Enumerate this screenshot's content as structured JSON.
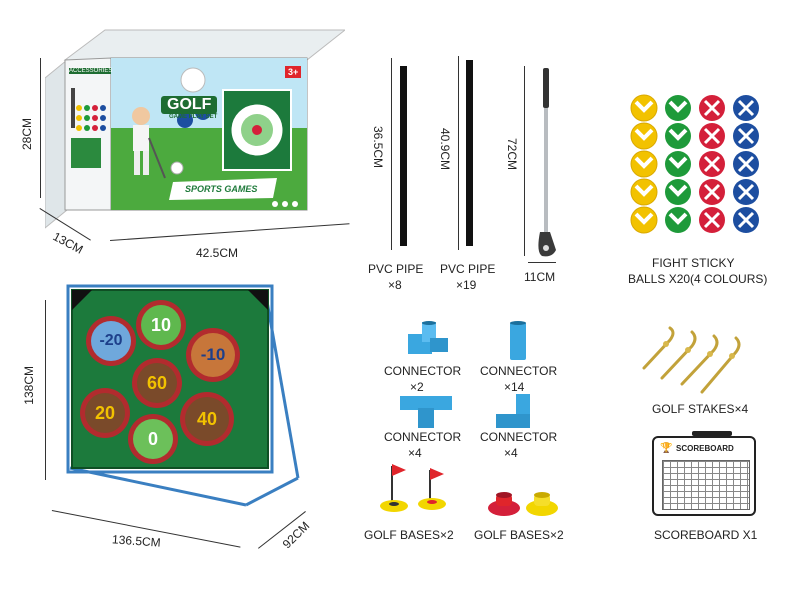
{
  "box": {
    "brand": "GOLF",
    "subtitle": "GAME PLAY SET",
    "age": "3+",
    "side_label": "ACCESSORIES",
    "banner": "SPORTS GAMES",
    "dim_height": "28CM",
    "dim_depth": "13CM",
    "dim_width": "42.5CM"
  },
  "target": {
    "dim_height": "138CM",
    "dim_width": "136.5CM",
    "dim_depth": "92CM",
    "scores": [
      "-20",
      "10",
      "-10",
      "60",
      "20",
      "0",
      "40"
    ]
  },
  "parts": {
    "pipe1_len": "36.5CM",
    "pipe1_label": "PVC PIPE",
    "pipe1_qty": "×8",
    "pipe2_len": "40.9CM",
    "pipe2_label": "PVC PIPE",
    "pipe2_qty": "×19",
    "club_len": "72CM",
    "club_head": "11CM",
    "balls_label1": "FIGHT STICKY",
    "balls_label2": "BALLS X20(4 COLOURS)",
    "conn1_label": "CONNECTOR",
    "conn1_qty": "×2",
    "conn2_label": "CONNECTOR",
    "conn2_qty": "×14",
    "conn3_label": "CONNECTOR",
    "conn3_qty": "×4",
    "conn4_label": "CONNECTOR",
    "conn4_qty": "×4",
    "bases1_label": "GOLF BASES×2",
    "bases2_label": "GOLF BASES×2",
    "stakes_label": "GOLF STAKES×4",
    "scoreboard_title": "SCOREBOARD",
    "scoreboard_label": "SCOREBOARD X1"
  },
  "colors": {
    "ball_yellow": "#f2c200",
    "ball_green": "#1e9a3a",
    "ball_red": "#d4203a",
    "ball_blue": "#1d4ea0",
    "target_green": "#1c7a3c",
    "pipe_blue": "#3aa7e0"
  }
}
